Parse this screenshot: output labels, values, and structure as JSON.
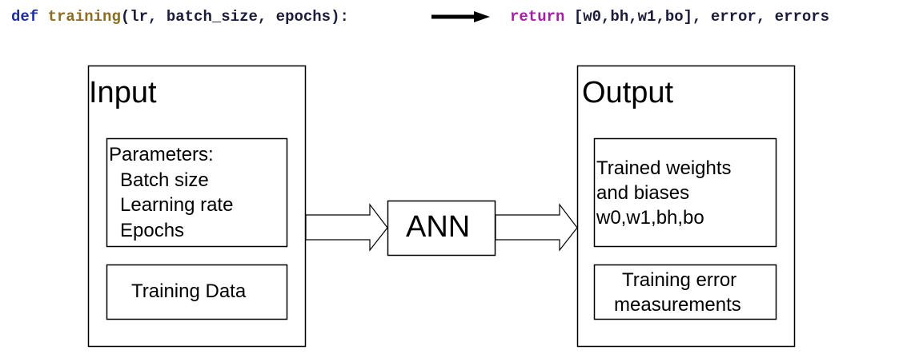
{
  "code": {
    "def_kw": "def",
    "fn_name": "training",
    "params": "(lr, batch_size, epochs):",
    "return_kw": "return",
    "return_value": "[w0,bh,w1,bo], error, errors"
  },
  "diagram": {
    "input": {
      "title": "Input",
      "parameters": {
        "header": "Parameters:",
        "items": [
          "Batch size",
          "Learning rate",
          "Epochs"
        ]
      },
      "training_data": "Training Data"
    },
    "model": {
      "label": "ANN"
    },
    "output": {
      "title": "Output",
      "weights_lines": [
        "Trained weights",
        "and biases",
        "w0,w1,bh,bo"
      ],
      "error_lines": [
        "Training error",
        "measurements"
      ]
    }
  }
}
